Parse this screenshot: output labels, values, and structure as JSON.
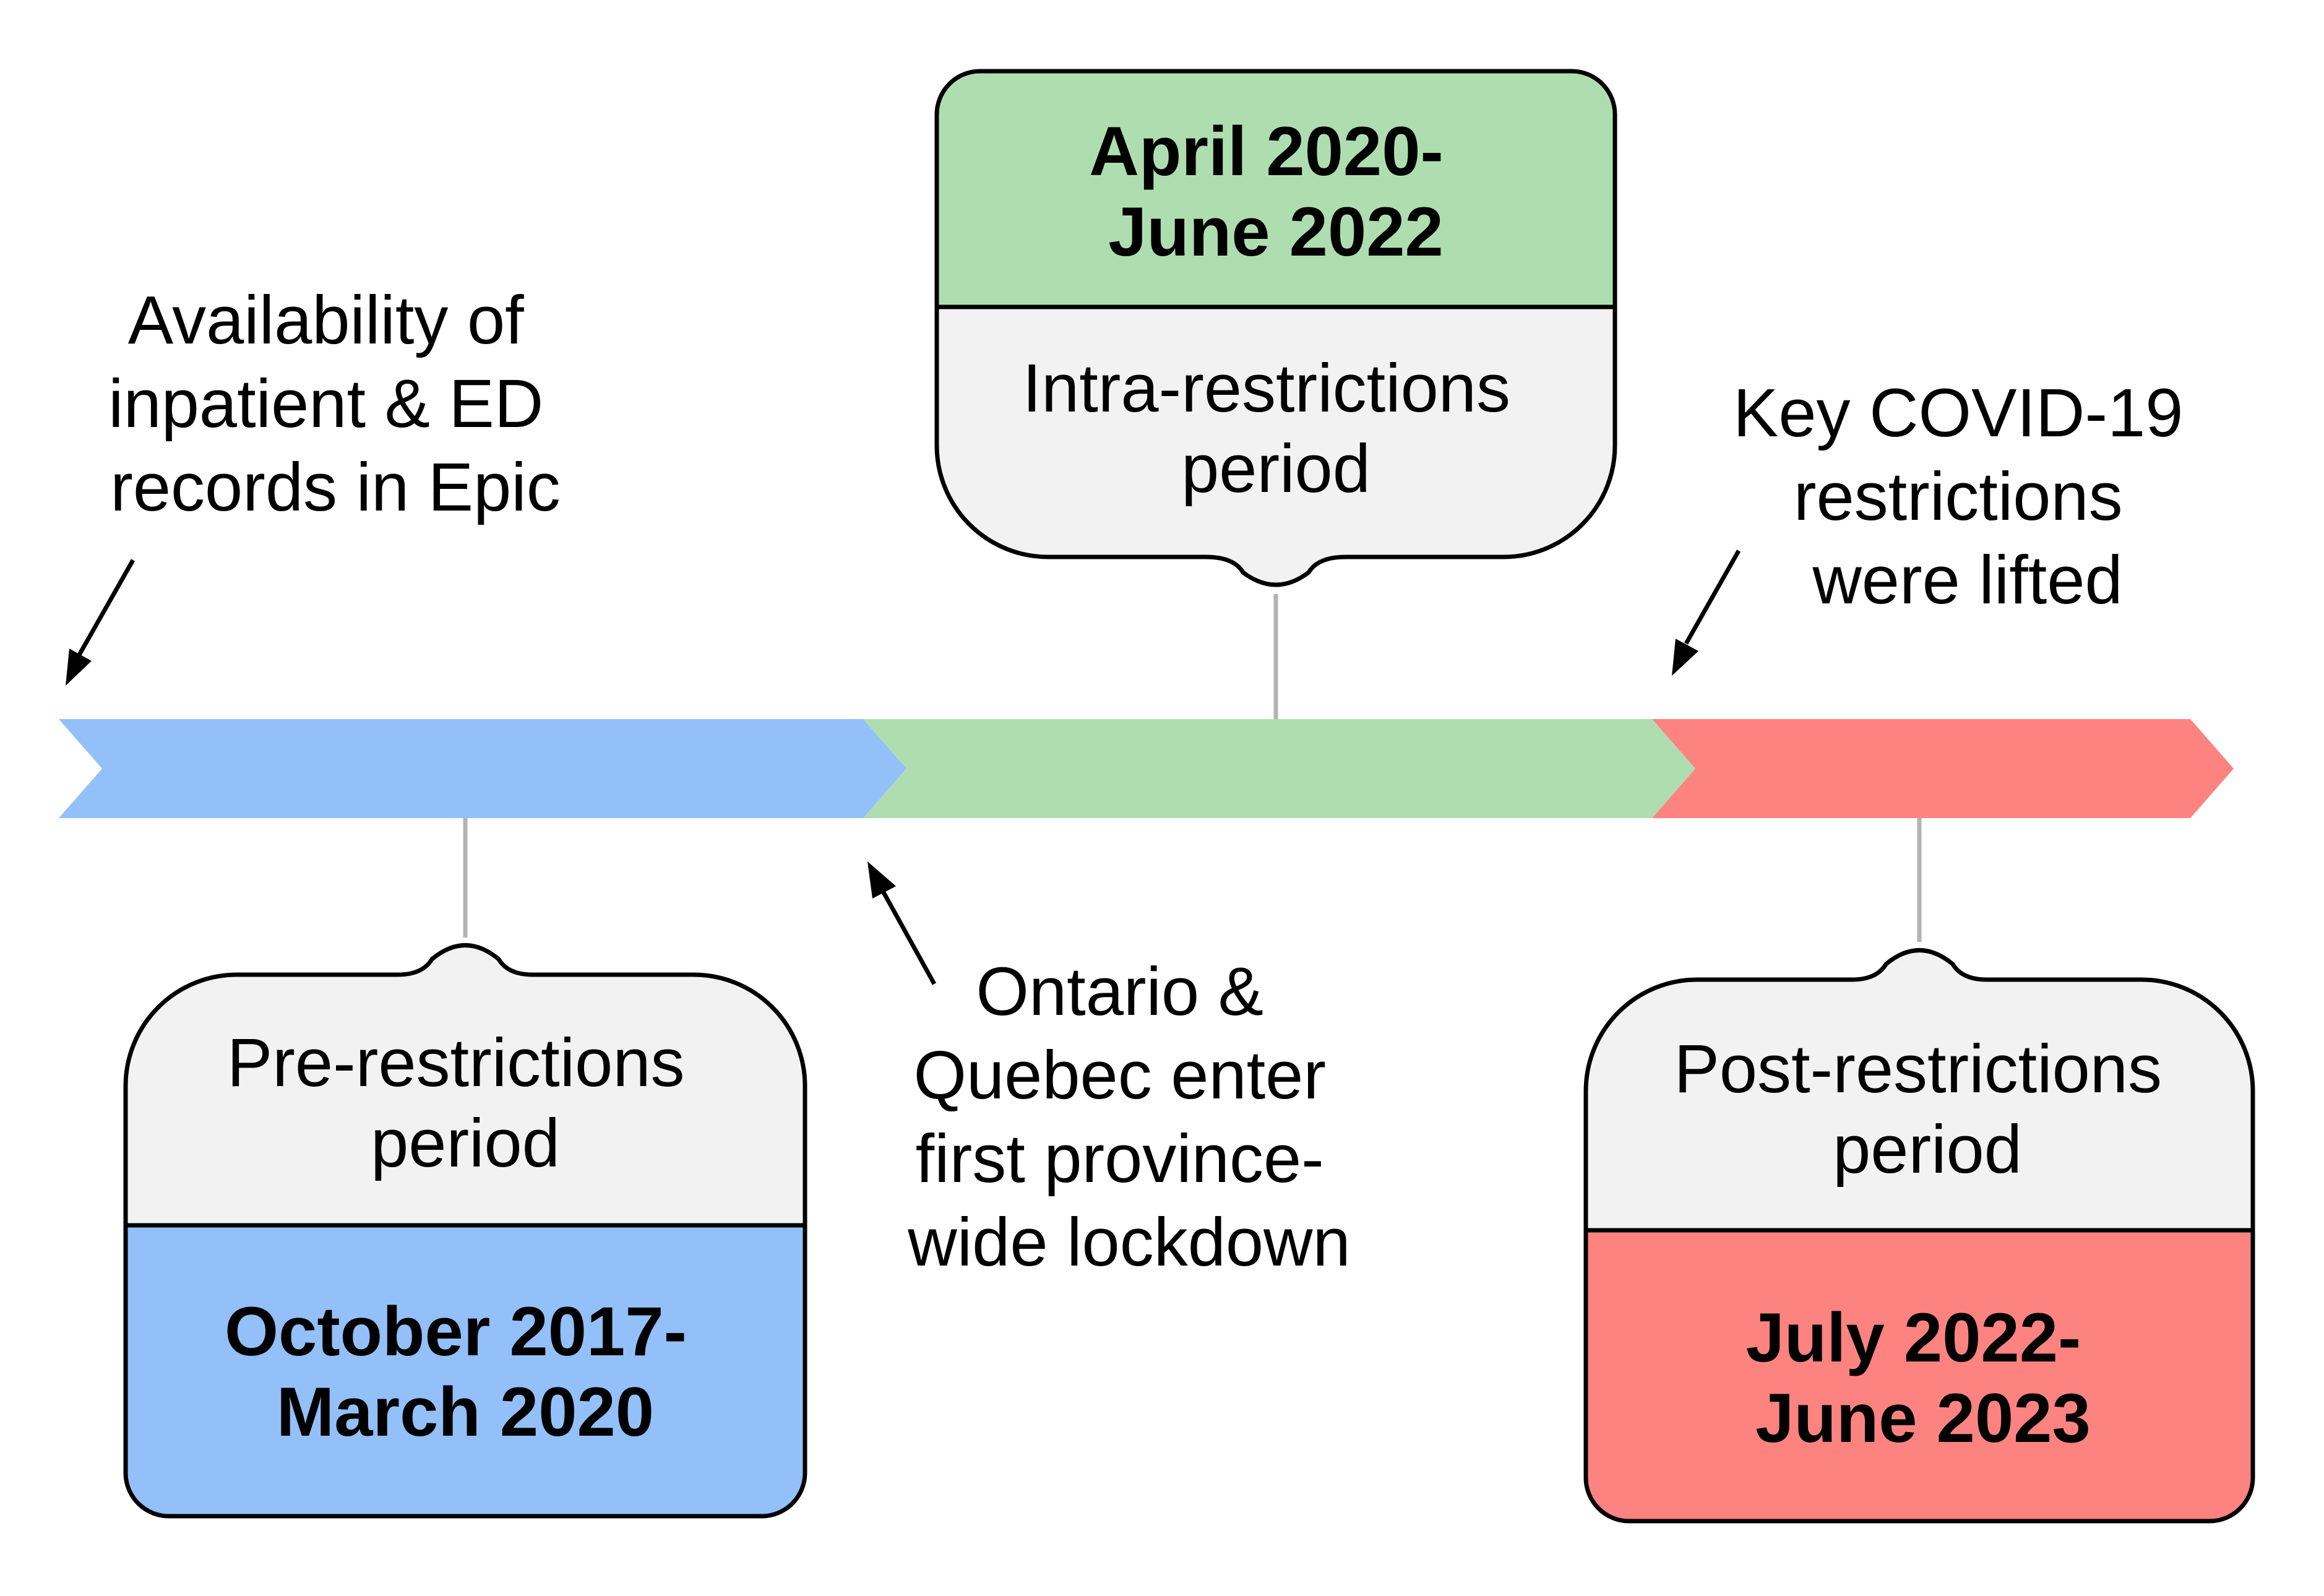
{
  "colors": {
    "pre": "#93c0f8",
    "intra": "#aedeb0",
    "post": "#fd8380",
    "description_fill": "#f2f2f2",
    "connector": "#b3b3b3",
    "outline": "#000000"
  },
  "periods": [
    {
      "key": "pre",
      "description": [
        "Pre-restrictions",
        "period"
      ],
      "dates": [
        "October 2017-",
        "March 2020"
      ]
    },
    {
      "key": "intra",
      "description": [
        "Intra-restrictions",
        "period"
      ],
      "dates": [
        "April 2020-",
        "June 2022"
      ]
    },
    {
      "key": "post",
      "description": [
        "Post-restrictions",
        "period"
      ],
      "dates": [
        "July 2022-",
        "June 2023"
      ]
    }
  ],
  "events": [
    {
      "key": "epic",
      "lines": [
        "Availability of",
        "inpatient & ED",
        "records in Epic"
      ]
    },
    {
      "key": "lockdown",
      "lines": [
        "Ontario &",
        "Quebec enter",
        "first province-",
        "wide lockdown"
      ]
    },
    {
      "key": "lifted",
      "lines": [
        "Key COVID-19",
        "restrictions",
        "were lifted"
      ]
    }
  ]
}
